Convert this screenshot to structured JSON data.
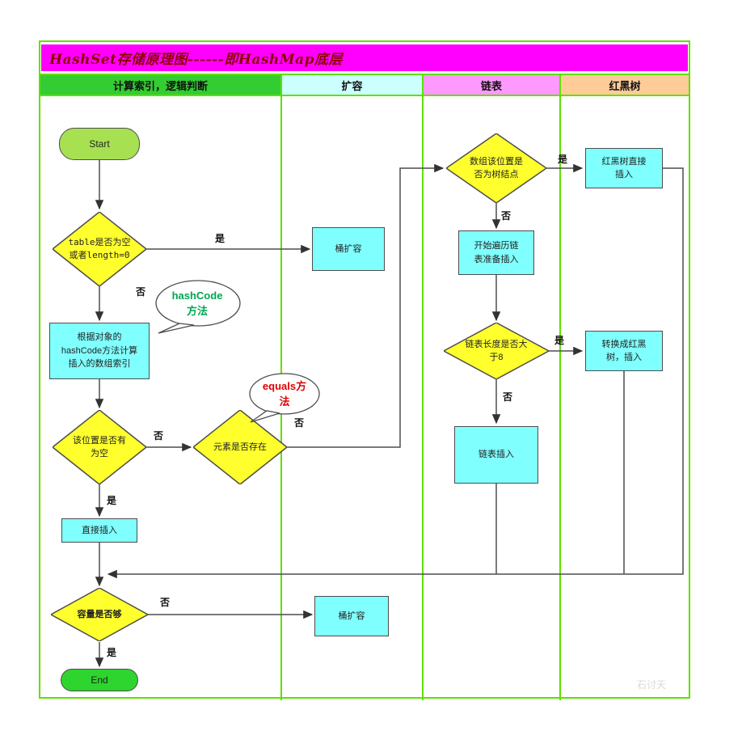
{
  "title": "HashSet存储原理图------即HashMap底层",
  "lanes": [
    {
      "label": "计算索引，逻辑判断",
      "color": "#33cc33"
    },
    {
      "label": "扩容",
      "color": "#ccffff"
    },
    {
      "label": "链表",
      "color": "#ff99ff"
    },
    {
      "label": "红黑树",
      "color": "#ffcc99"
    }
  ],
  "nodes": {
    "start": "Start",
    "check_table": "table是否为空\n或者length=0",
    "bucket_expand_1": "桶扩容",
    "hashcode_callout": "hashCode\n方法",
    "calc_index": "根据对象的\nhashCode方法计算\n插入的数组索引",
    "check_pos_empty": "该位置是否有\n为空",
    "check_exists": "元素是否存在",
    "equals_callout": "equals方\n法",
    "direct_insert": "直接插入",
    "check_capacity": "容量是否够",
    "bucket_expand_2": "桶扩容",
    "end": "End",
    "check_tree_node": "数组该位置是\n否为树结点",
    "traverse_list": "开始遍历链\n表准备插入",
    "check_len_gt8": "链表长度是否大\n于8",
    "list_insert": "链表插入",
    "rbt_direct_insert": "红黑树直接\n插入",
    "convert_rbt": "转换成红黑\n树，插入"
  },
  "edge_labels": {
    "table_empty_yes": "是",
    "table_empty_no": "否",
    "pos_empty_no": "否",
    "pos_empty_yes": "是",
    "exists_no": "否",
    "tree_node_yes": "是",
    "tree_node_no": "否",
    "len8_yes": "是",
    "len8_no": "否",
    "capacity_no": "否",
    "capacity_yes": "是"
  },
  "watermark": "石讨天",
  "colors": {
    "frame_green": "#5fe000",
    "title_bg": "#ff00ff",
    "title_text": "#8b0000",
    "lane1_bg": "#33cc33",
    "lane2_bg": "#ccffff",
    "lane3_bg": "#ff99ff",
    "lane4_bg": "#ffcc99",
    "decision_fill": "#ffff2e",
    "process_fill": "#80ffff",
    "start_fill": "#a7e152",
    "end_fill": "#2ed52e",
    "hashcode_text": "#00a651",
    "equals_text": "#e00000",
    "connector": "#4d4d4d"
  }
}
